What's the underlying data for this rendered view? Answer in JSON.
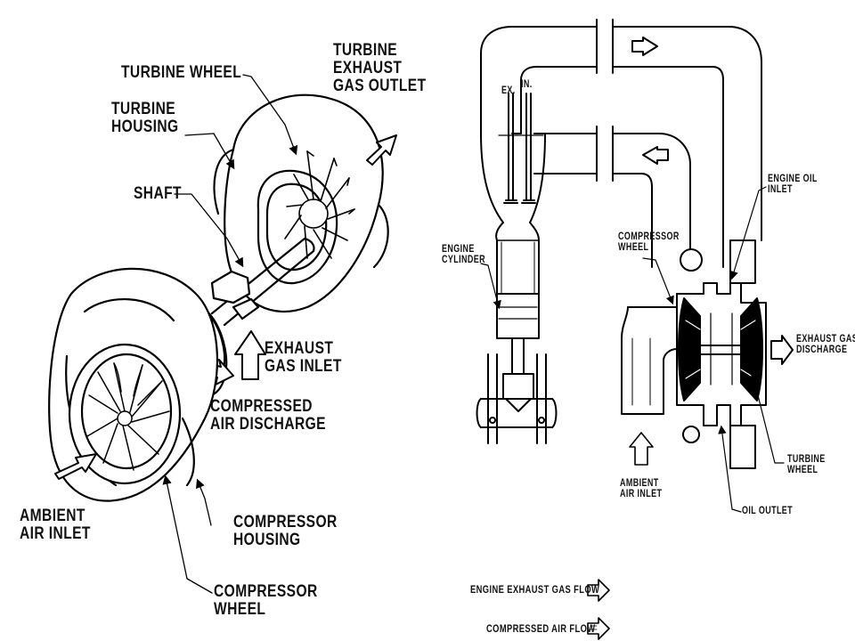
{
  "left_diagram": {
    "labels": {
      "turbine_wheel": "TURBINE WHEEL",
      "turbine_exhaust_gas_outlet": "TURBINE\nEXHAUST\nGAS OUTLET",
      "turbine_housing": "TURBINE\nHOUSING",
      "shaft": "SHAFT",
      "exhaust_gas_inlet": "EXHAUST\nGAS INLET",
      "compressed_air_discharge": "COMPRESSED\nAIR DISCHARGE",
      "ambient_air_inlet": "AMBIENT\nAIR INLET",
      "compressor_housing": "COMPRESSOR\nHOUSING",
      "compressor_wheel": "COMPRESSOR\nWHEEL"
    }
  },
  "right_diagram": {
    "labels": {
      "ex": "EX.",
      "in": "IN.",
      "engine_cylinder": "ENGINE\nCYLINDER",
      "compressor_wheel": "COMPRESSOR\nWHEEL",
      "engine_oil_inlet": "ENGINE OIL\nINLET",
      "exhaust_gas_discharge": "EXHAUST GAS\nDISCHARGE",
      "turbine_wheel": "TURBINE\nWHEEL",
      "ambient_air_inlet": "AMBIENT\nAIR INLET",
      "oil_outlet": "OIL OUTLET"
    },
    "legend": {
      "engine_exhaust_gas_flow": "ENGINE EXHAUST GAS FLOW",
      "compressed_air_flow": "COMPRESSED AIR FLOW"
    }
  }
}
